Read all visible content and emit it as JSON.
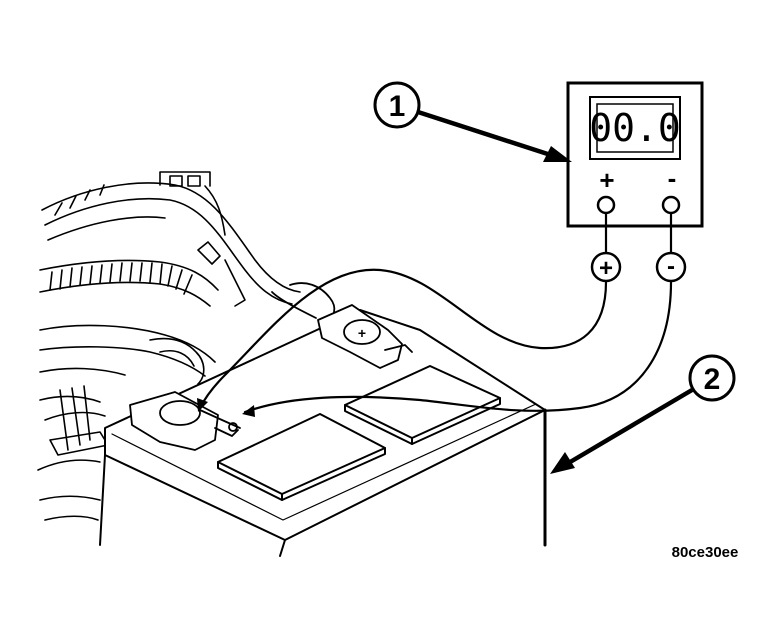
{
  "meter": {
    "display": "00.0",
    "pos_symbol": "+",
    "neg_symbol": "-"
  },
  "leads": {
    "pos_symbol": "+",
    "neg_symbol": "-"
  },
  "battery": {
    "post_symbol": "+"
  },
  "callouts": [
    {
      "number": "1"
    },
    {
      "number": "2"
    }
  ],
  "figure_id": "80ce30ee"
}
